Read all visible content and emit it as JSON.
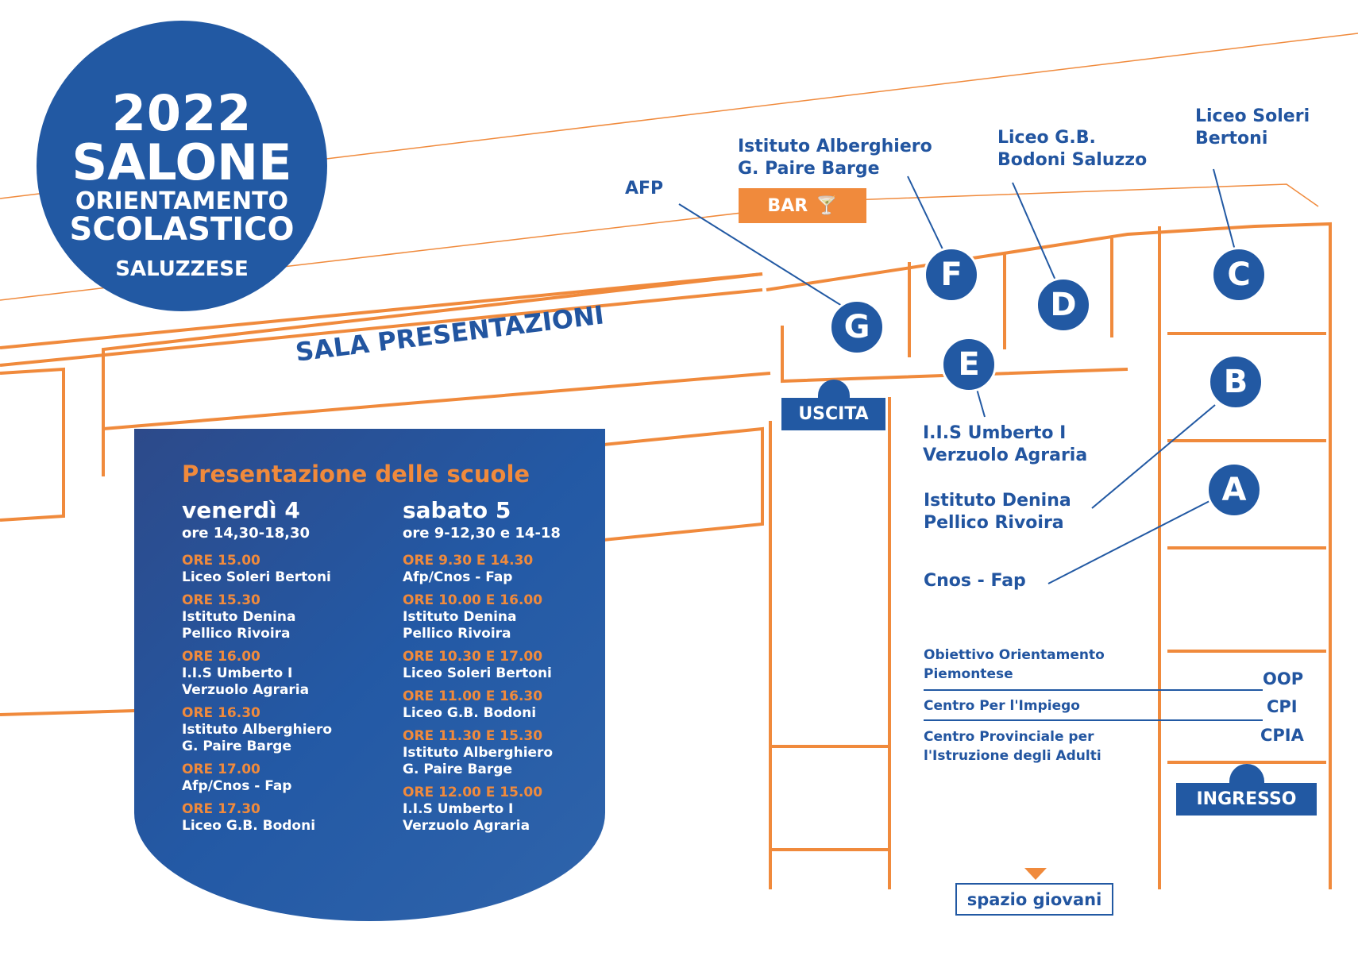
{
  "logo": {
    "year": "2022",
    "line1": "SALONE",
    "line2": "ORIENTAMENTO",
    "line3": "SCOLASTICO",
    "line4": "SALUZZESE"
  },
  "map": {
    "hall_label": "SALA PRESENTAZIONI",
    "exit_label": "USCITA",
    "entrance_label": "INGRESSO",
    "youth_label": "spazio giovani",
    "bar_label": "BAR",
    "stands": [
      {
        "letter": "A",
        "school": "Cnos - Fap"
      },
      {
        "letter": "B",
        "school": "Istituto Denina Pellico Rivoira"
      },
      {
        "letter": "C",
        "school": "Liceo Soleri Bertoni"
      },
      {
        "letter": "D",
        "school": "Liceo G.B. Bodoni Saluzzo"
      },
      {
        "letter": "E",
        "school": "I.I.S Umberto I Verzuolo Agraria"
      },
      {
        "letter": "F",
        "school": "Istituto Alberghiero G. Paire Barge"
      },
      {
        "letter": "G",
        "school": "AFP"
      }
    ],
    "labels": {
      "afp": "AFP",
      "alb1": "Istituto Alberghiero",
      "alb2": "G. Paire Barge",
      "bod1": "Liceo G.B.",
      "bod2": "Bodoni Saluzzo",
      "sol1": "Liceo Soleri",
      "sol2": "Bertoni",
      "iis1": "I.I.S Umberto I",
      "iis2": "Verzuolo Agraria",
      "den1": "Istituto Denina",
      "den2": "Pellico Rivoira",
      "cnos": "Cnos - Fap"
    },
    "legend": [
      {
        "name1": "Obiettivo Orientamento",
        "name2": "Piemontese",
        "code": "OOP"
      },
      {
        "name1": "Centro Per l'Impiego",
        "name2": "",
        "code": "CPI"
      },
      {
        "name1": "Centro Provinciale per",
        "name2": "l'Istruzione degli Adulti",
        "code": "CPIA"
      }
    ]
  },
  "schedule": {
    "title": "Presentazione delle scuole",
    "days": [
      {
        "day": "venerdì 4",
        "hours": "ore 14,30-18,30",
        "entries": [
          {
            "time": "ORE 15.00",
            "l1": "Liceo Soleri Bertoni",
            "l2": ""
          },
          {
            "time": "ORE 15.30",
            "l1": "Istituto Denina",
            "l2": "Pellico Rivoira"
          },
          {
            "time": "ORE 16.00",
            "l1": "I.I.S Umberto I",
            "l2": "Verzuolo Agraria"
          },
          {
            "time": "ORE 16.30",
            "l1": "Istituto Alberghiero",
            "l2": "G. Paire Barge"
          },
          {
            "time": "ORE 17.00",
            "l1": "Afp/Cnos - Fap",
            "l2": ""
          },
          {
            "time": "ORE 17.30",
            "l1": "Liceo G.B. Bodoni",
            "l2": ""
          }
        ]
      },
      {
        "day": "sabato 5",
        "hours": "ore 9-12,30 e 14-18",
        "entries": [
          {
            "time": "ORE 9.30 E 14.30",
            "l1": "Afp/Cnos - Fap",
            "l2": ""
          },
          {
            "time": "ORE 10.00 E 16.00",
            "l1": "Istituto Denina",
            "l2": "Pellico Rivoira"
          },
          {
            "time": "ORE 10.30 E 17.00",
            "l1": "Liceo Soleri Bertoni",
            "l2": ""
          },
          {
            "time": "ORE 11.00 E 16.30",
            "l1": "Liceo G.B. Bodoni",
            "l2": ""
          },
          {
            "time": "ORE 11.30 E 15.30",
            "l1": "Istituto Alberghiero",
            "l2": "G. Paire Barge"
          },
          {
            "time": "ORE 12.00 E 15.00",
            "l1": "I.I.S Umberto I",
            "l2": "Verzuolo Agraria"
          }
        ]
      }
    ]
  },
  "colors": {
    "blue": "#2259a3",
    "orange": "#f08a3c"
  }
}
